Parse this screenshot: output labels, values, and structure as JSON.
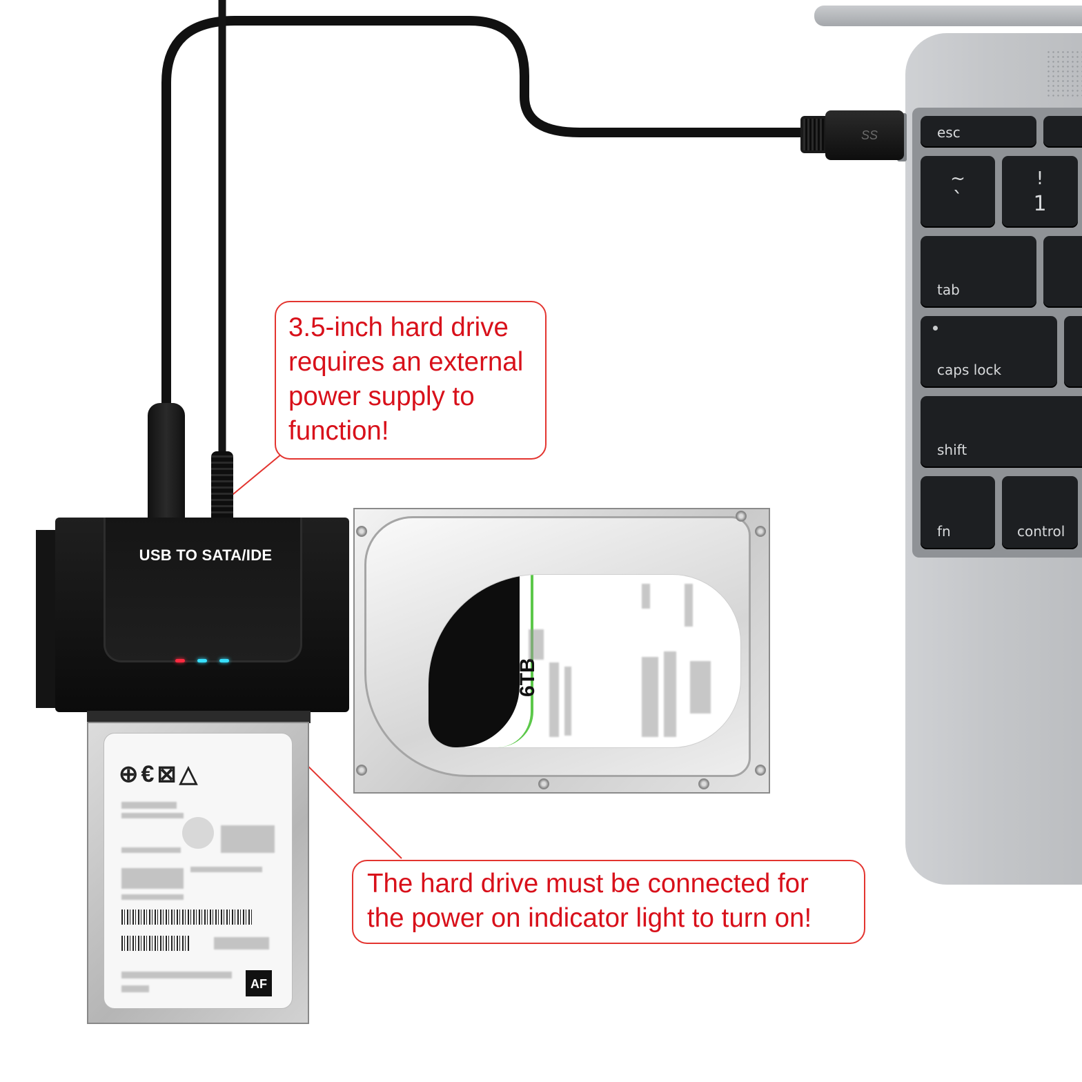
{
  "laptop": {
    "keys": {
      "esc": "esc",
      "tilde_top": "~",
      "tilde_bottom": "`",
      "one_top": "!",
      "one_bottom": "1",
      "tab": "tab",
      "caps_lock": "caps lock",
      "shift": "shift",
      "fn": "fn",
      "control": "control"
    }
  },
  "usb_plug": {
    "logo": "SS"
  },
  "adapter": {
    "label": "USB TO SATA/IDE",
    "indicator_colors": [
      "#ff2a40",
      "#38e0ff",
      "#38e0ff"
    ]
  },
  "drive_35": {
    "capacity": "6TB"
  },
  "drive_25": {
    "af_mark": "AF"
  },
  "callouts": {
    "external_power": {
      "lines": [
        "3.5-inch hard drive",
        "requires an external",
        "power supply to",
        "function!"
      ]
    },
    "power_indicator": {
      "lines": [
        "The hard drive must be connected for",
        "the power on indicator light to turn on!"
      ]
    },
    "color": "#d8101a",
    "border_color": "#e3342f"
  }
}
